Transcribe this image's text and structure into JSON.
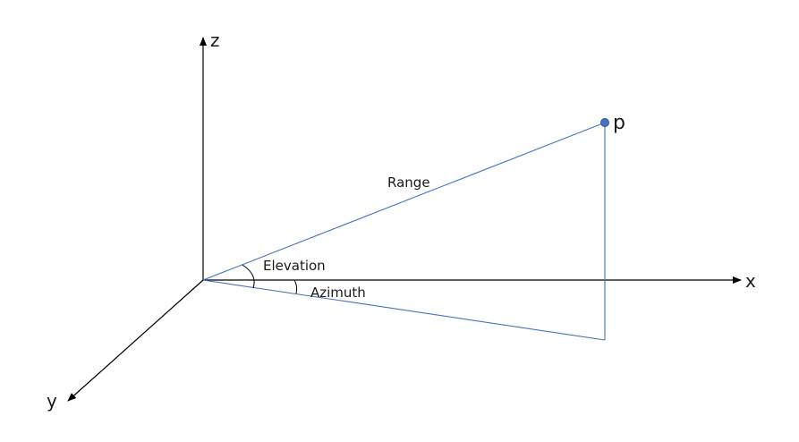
{
  "axes": {
    "x_label": "x",
    "y_label": "y",
    "z_label": "z"
  },
  "point": {
    "label": "p"
  },
  "labels": {
    "range": "Range",
    "elevation": "Elevation",
    "azimuth": "Azimuth"
  },
  "colors": {
    "axis": "#000000",
    "geometry": "#4472c4",
    "point_fill": "#4472c4",
    "point_stroke": "#2f528f"
  }
}
